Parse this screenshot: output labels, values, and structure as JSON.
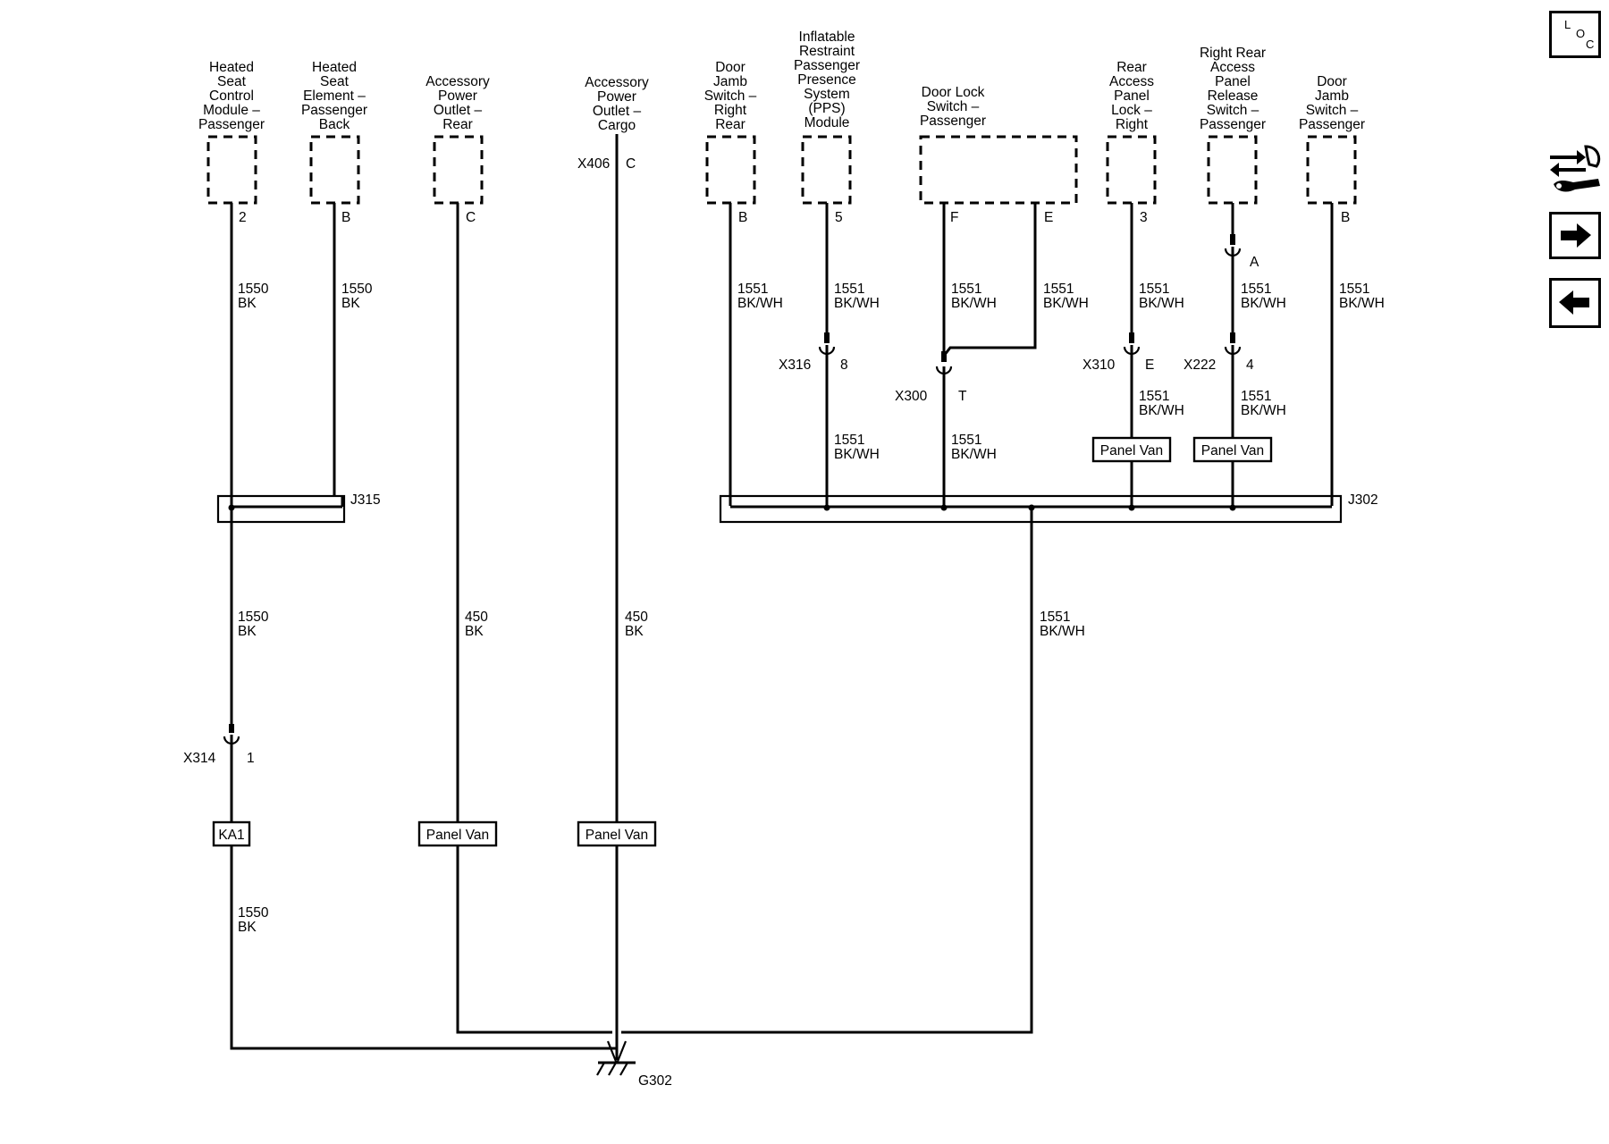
{
  "components": {
    "heated_seat_control": {
      "lines": [
        "Heated",
        "Seat",
        "Control",
        "Module –",
        "Passenger"
      ],
      "pin": "2"
    },
    "heated_seat_element": {
      "lines": [
        "Heated",
        "Seat",
        "Element –",
        "Passenger",
        "Back"
      ],
      "pin": "B"
    },
    "acc_power_rear": {
      "lines": [
        "Accessory",
        "Power",
        "Outlet –",
        "Rear"
      ],
      "pin": "C"
    },
    "acc_power_cargo": {
      "lines": [
        "Accessory",
        "Power",
        "Outlet –",
        "Cargo"
      ],
      "connector": "X406",
      "pin": "C"
    },
    "door_jamb_right_rear": {
      "lines": [
        "Door",
        "Jamb",
        "Switch –",
        "Right",
        "Rear"
      ],
      "pin": "B"
    },
    "pps_module": {
      "lines": [
        "Inflatable",
        "Restraint",
        "Passenger",
        "Presence",
        "System",
        "(PPS)",
        "Module"
      ],
      "pin": "5"
    },
    "door_lock_switch": {
      "lines": [
        "Door Lock",
        "Switch –",
        "Passenger"
      ],
      "pin_f": "F",
      "pin_e": "E"
    },
    "rear_access_lock": {
      "lines": [
        "Rear",
        "Access",
        "Panel",
        "Lock –",
        "Right"
      ],
      "pin": "3"
    },
    "right_rear_release": {
      "lines": [
        "Right Rear",
        "Access",
        "Panel",
        "Release",
        "Switch –",
        "Passenger"
      ],
      "pin": "A"
    },
    "door_jamb_passenger": {
      "lines": [
        "Door",
        "Jamb",
        "Switch –",
        "Passenger"
      ],
      "pin": "B"
    }
  },
  "wires": {
    "w1550": {
      "circuit": "1550",
      "color": "BK"
    },
    "w450": {
      "circuit": "450",
      "color": "BK"
    },
    "w1551": {
      "circuit": "1551",
      "color": "BK/WH"
    }
  },
  "connectors": {
    "x316": {
      "name": "X316",
      "pin": "8"
    },
    "x300": {
      "name": "X300",
      "pin": "T"
    },
    "x310": {
      "name": "X310",
      "pin": "E"
    },
    "x222": {
      "name": "X222",
      "pin": "4"
    },
    "x314": {
      "name": "X314",
      "pin": "1"
    }
  },
  "splices": {
    "j315": "J315",
    "j302": "J302"
  },
  "options": {
    "ka1": "KA1",
    "panel_van": "Panel Van"
  },
  "ground": {
    "name": "G302"
  },
  "nav": {
    "loc_top": "L",
    "loc_mid": "O",
    "loc_bot": "C"
  }
}
